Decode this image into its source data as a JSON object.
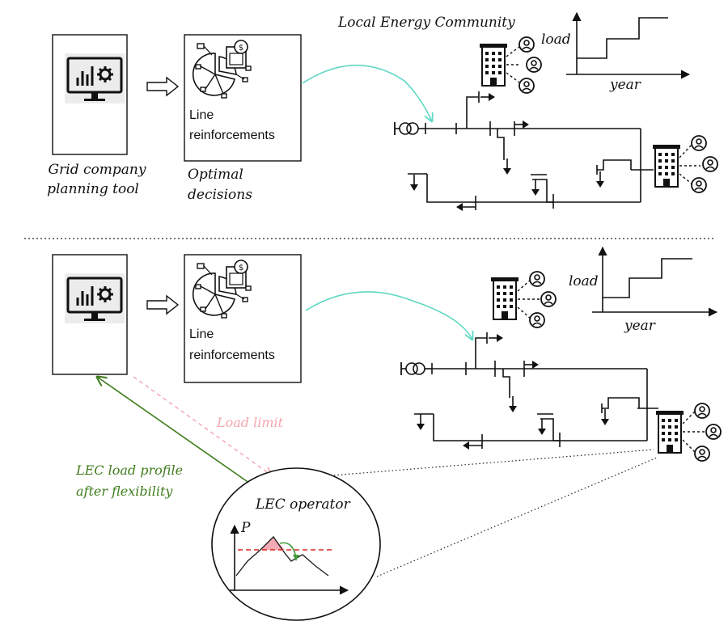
{
  "top": {
    "tool_caption": [
      "Grid company",
      "planning tool"
    ],
    "decision_box_text": [
      "Line",
      "reinforcements"
    ],
    "decision_caption": [
      "Optimal",
      "decisions"
    ],
    "community_title": "Local Energy Community",
    "chart_y": "load",
    "chart_x": "year"
  },
  "bottom": {
    "decision_box_text": [
      "Line",
      "reinforcements"
    ],
    "chart_y": "load",
    "chart_x": "year",
    "load_limit": "Load limit",
    "profile_label": [
      "LEC load profile",
      "after flexibility"
    ],
    "operator_title": "LEC operator",
    "operator_axis": "P"
  },
  "colors": {
    "cyan": "#5fd8c4",
    "green": "#3f7d1c",
    "pink": "#f2a6b0",
    "red": "#e02020",
    "peak": "#f4aab4"
  },
  "icons": [
    "monitor-chart-gear-icon",
    "pie-chart-dollar-icon",
    "building-icon",
    "person-icon",
    "transformer-icon",
    "load-arrow-icon"
  ]
}
